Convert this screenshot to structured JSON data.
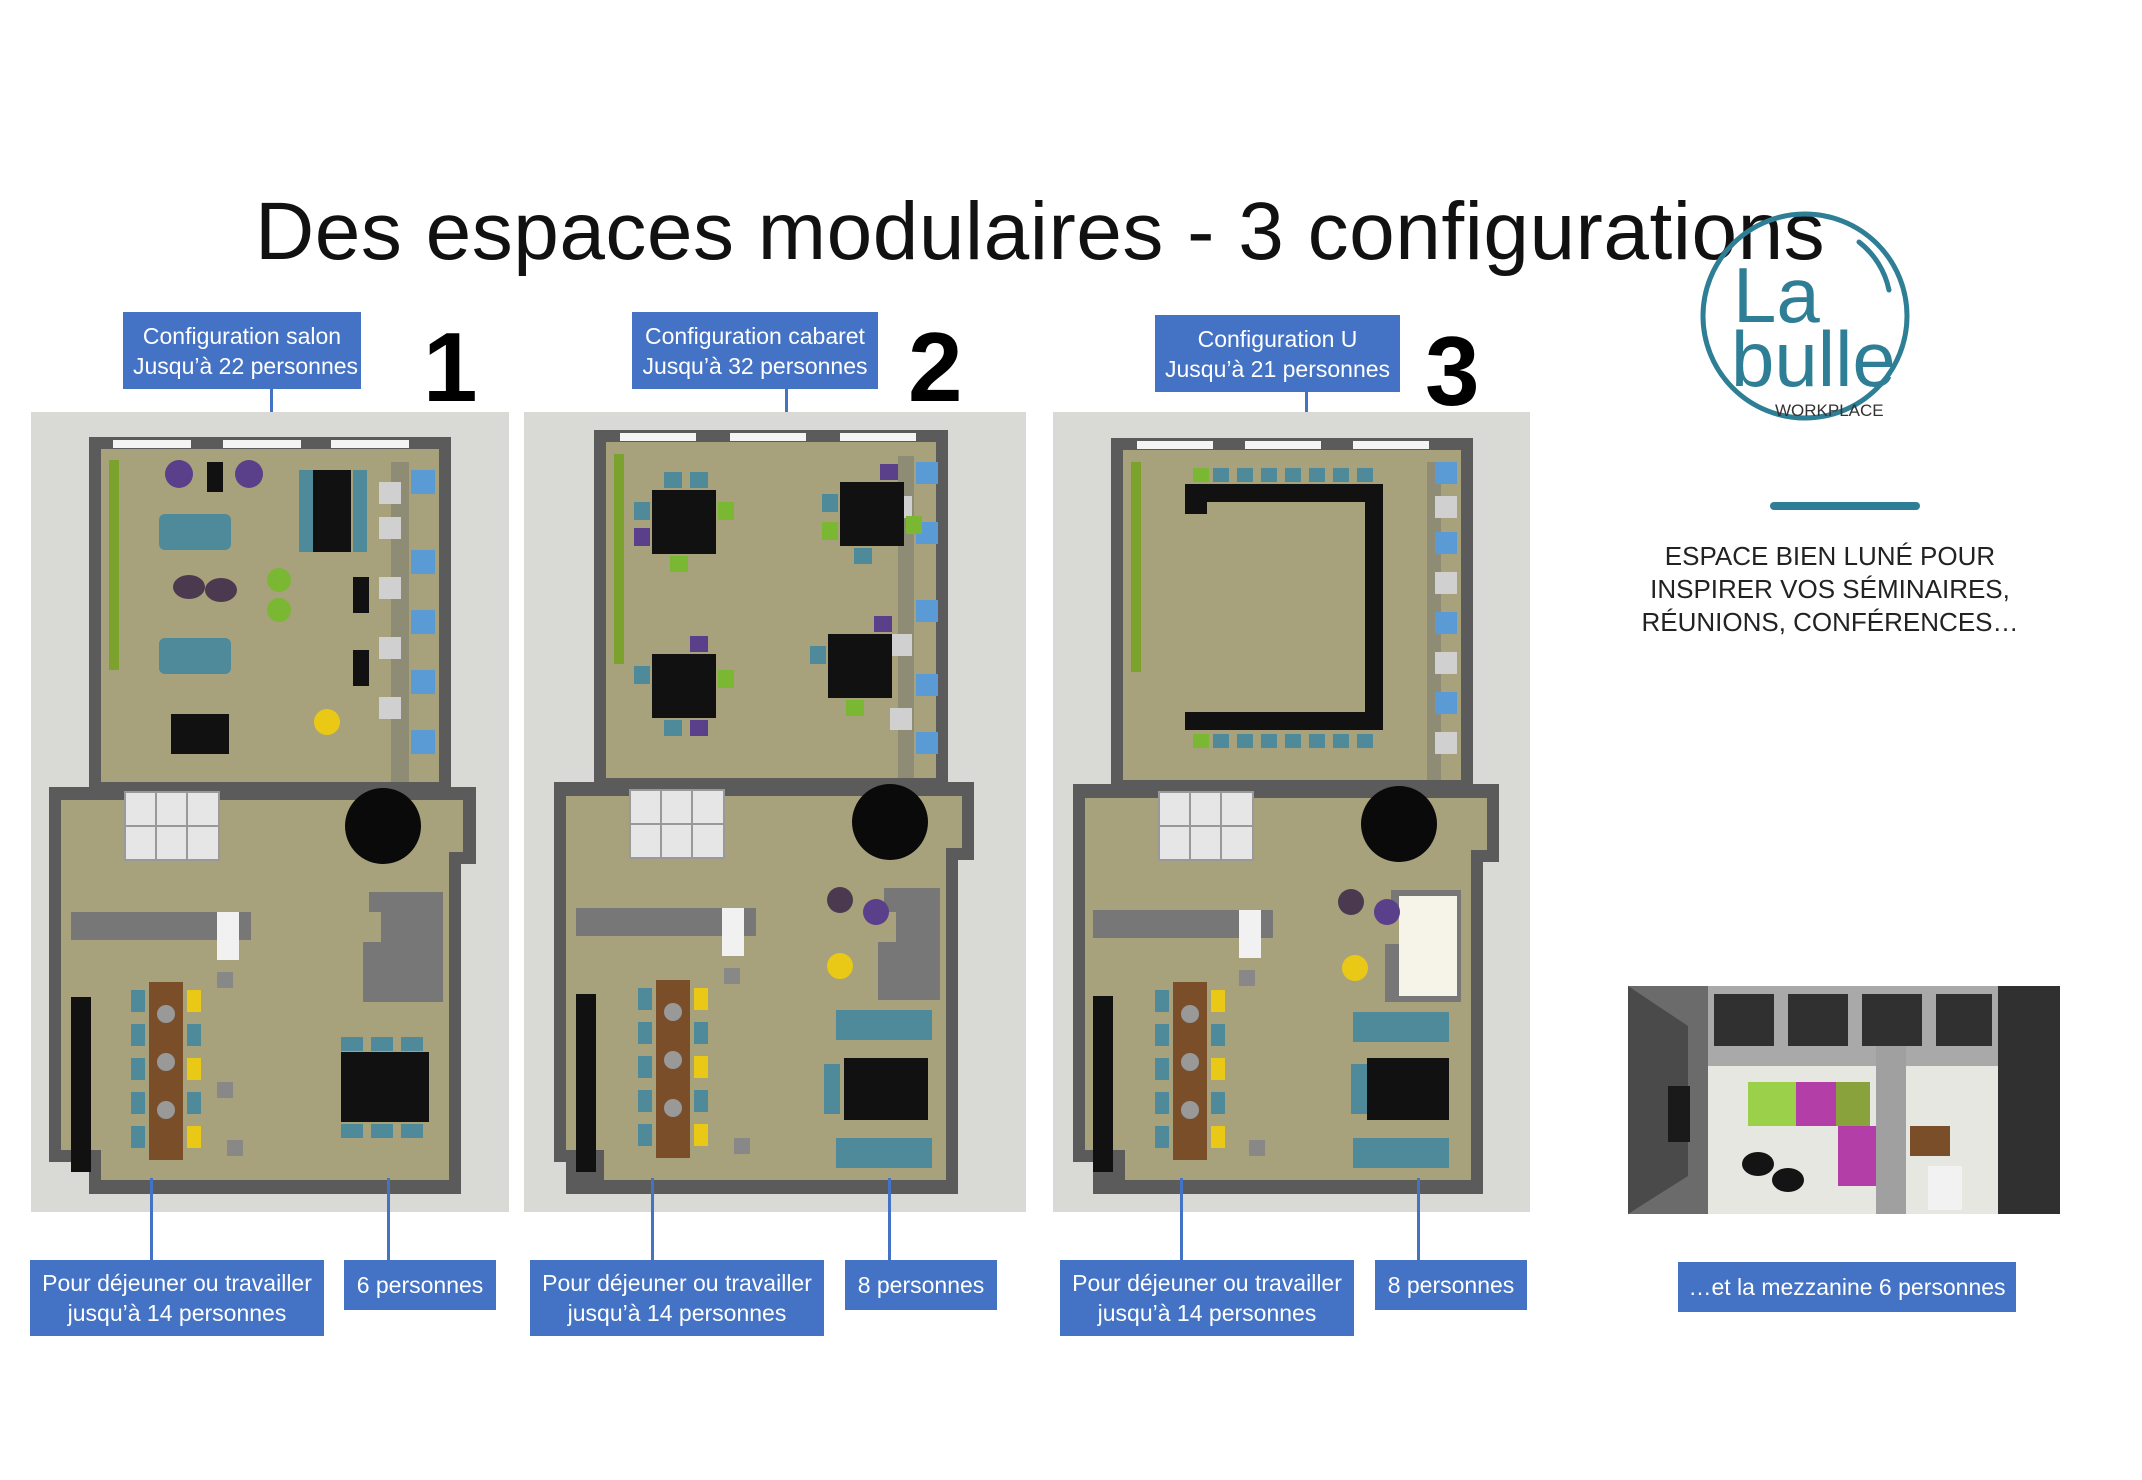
{
  "title": "Des espaces modulaires - 3 configurations",
  "configurations": [
    {
      "number": "1",
      "label_line1": "Configuration salon",
      "label_line2": "Jusqu’à 22 personnes",
      "bottom_left_line1": "Pour déjeuner ou travailler",
      "bottom_left_line2": "jusqu’à 14 personnes",
      "bottom_right": "6 personnes"
    },
    {
      "number": "2",
      "label_line1": "Configuration cabaret",
      "label_line2": "Jusqu’à 32 personnes",
      "bottom_left_line1": "Pour déjeuner ou travailler",
      "bottom_left_line2": "jusqu’à 14 personnes",
      "bottom_right": "8 personnes"
    },
    {
      "number": "3",
      "label_line1": "Configuration U",
      "label_line2": "Jusqu’à 21 personnes",
      "bottom_left_line1": "Pour déjeuner ou travailler",
      "bottom_left_line2": "jusqu’à 14 personnes",
      "bottom_right": "8 personnes"
    }
  ],
  "logo": {
    "line1": "La",
    "line2": "bulle",
    "line3": "WORKPLACE"
  },
  "tagline": {
    "line1": "ESPACE BIEN LUNÉ POUR",
    "line2": "INSPIRER VOS SÉMINAIRES,",
    "line3": "RÉUNIONS, CONFÉRENCES…"
  },
  "mezzanine_label": "…et la mezzanine 6 personnes",
  "colors": {
    "accent_blue": "#4472c4",
    "logo_teal": "#2e7e95",
    "floor": "#a8a27c",
    "wall": "#5b5b5b"
  }
}
